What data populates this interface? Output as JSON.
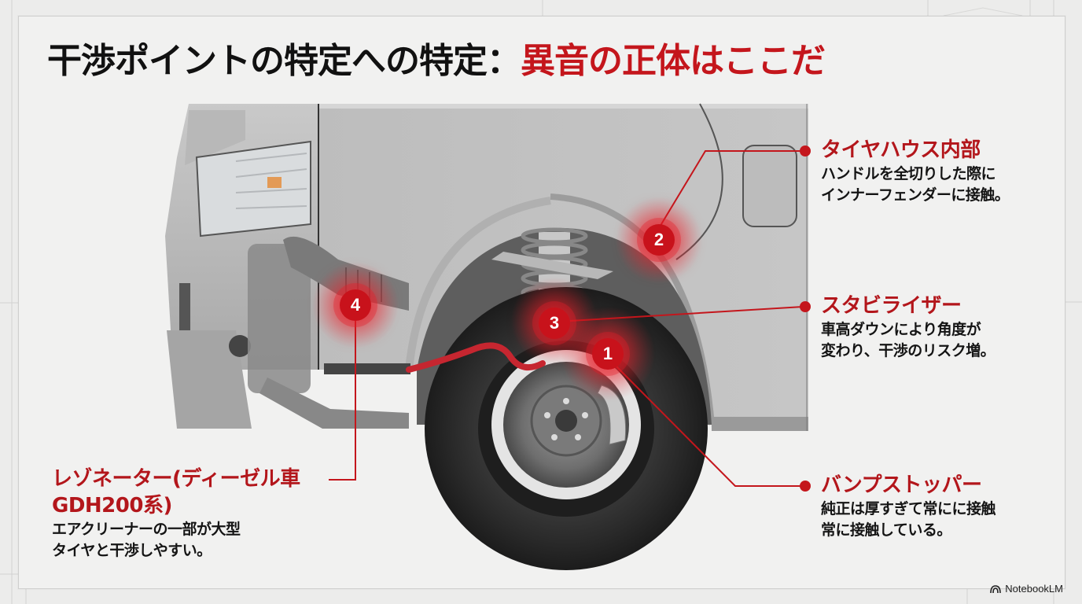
{
  "title": {
    "main": "干渉ポイントの特定への特定：",
    "accent": "異音の正体はここだ"
  },
  "colors": {
    "accent": "#c4161c",
    "badge": "#c8121b",
    "text": "#111111",
    "background": "#f1f1f0"
  },
  "badges": [
    {
      "number": "1",
      "label": "バンプストッパー"
    },
    {
      "number": "2",
      "label": "タイヤハウス内部"
    },
    {
      "number": "3",
      "label": "スタビライザー"
    },
    {
      "number": "4",
      "label": "レゾネーター"
    }
  ],
  "callouts": {
    "tire_house": {
      "heading": "タイヤハウス内部",
      "lines": [
        "ハンドルを全切りした際に",
        "インナーフェンダーに接触。"
      ]
    },
    "stabilizer": {
      "heading": "スタビライザー",
      "lines": [
        "車高ダウンにより角度が",
        "変わり、干渉のリスク増。"
      ]
    },
    "bump_stopper": {
      "heading": "バンプストッパー",
      "lines": [
        "純正は厚すぎて常にに接触",
        "常に接触している。"
      ]
    },
    "resonator": {
      "heading_lines": [
        "レゾネーター(ディーゼル車",
        "GDH200系)"
      ],
      "lines": [
        "エアクリーナーの一部が大型",
        "タイヤと干渉しやすい。"
      ]
    }
  },
  "branding": {
    "icon": "notebooklm-logo-icon",
    "label": "NotebookLM"
  }
}
